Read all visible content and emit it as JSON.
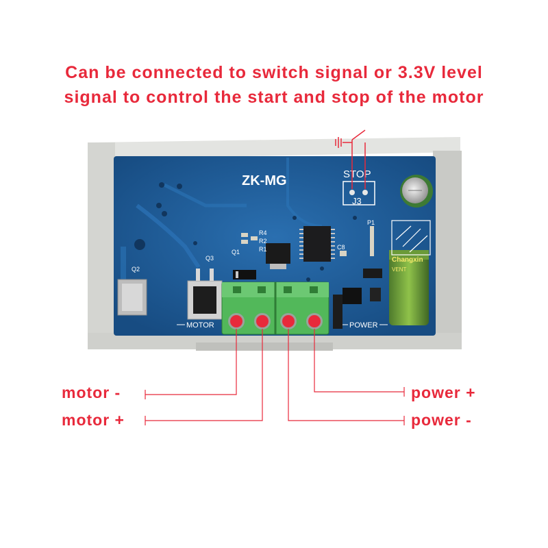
{
  "headline": {
    "line1": "Can be connected to switch signal or 3.3V level",
    "line2": "signal to control the start and stop of the motor"
  },
  "board": {
    "model": "ZK-MG",
    "stop_label": "STOP",
    "j3_label": "J3",
    "motor_label": "MOTOR",
    "power_label": "POWER",
    "capacitor_brand": "Changxin",
    "capacitor_vent": "VENT",
    "parts": [
      "R4",
      "R2",
      "R1",
      "Q1",
      "Q2",
      "Q3",
      "C8",
      "P1"
    ]
  },
  "terminals": {
    "motor_minus": "motor -",
    "motor_plus": "motor +",
    "power_plus": "power +",
    "power_minus": "power -"
  },
  "colors": {
    "accent_red": "#e8293b",
    "pcb_blue": "#1d5a96",
    "terminal_green": "#52b85a",
    "enclosure_gray": "#cfd0cc"
  }
}
